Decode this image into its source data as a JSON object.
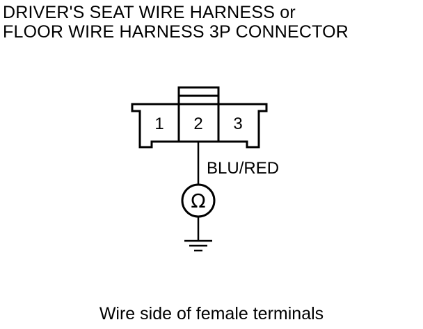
{
  "title": {
    "line1": "DRIVER'S SEAT WIRE HARNESS or",
    "line2": "FLOOR WIRE HARNESS 3P CONNECTOR"
  },
  "connector": {
    "terminals": [
      "1",
      "2",
      "3"
    ]
  },
  "wire": {
    "color_label": "BLU/RED"
  },
  "meter": {
    "symbol": "Ω"
  },
  "footer": {
    "caption": "Wire side of female terminals"
  }
}
